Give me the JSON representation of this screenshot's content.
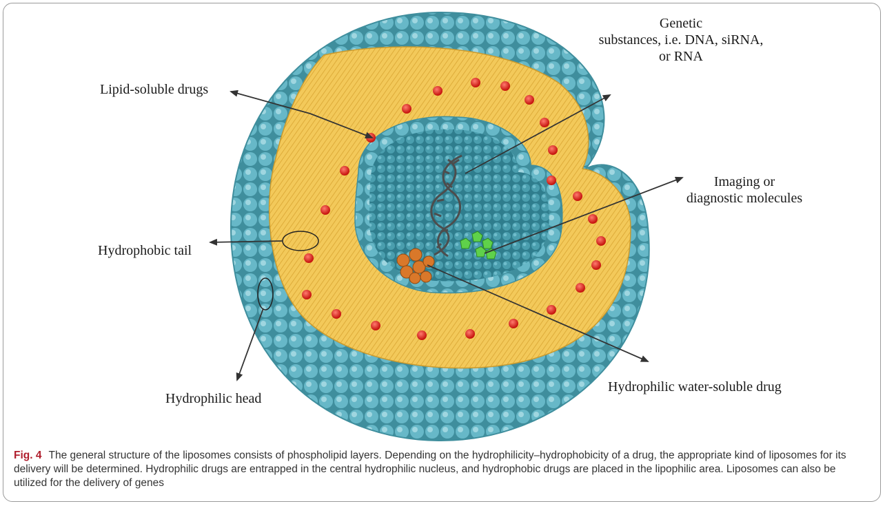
{
  "figure": {
    "labels": {
      "lipid_soluble": "Lipid-soluble drugs",
      "genetic_line1": "Genetic",
      "genetic_line2": "substances, i.e. DNA, siRNA,",
      "genetic_line3": "or RNA",
      "imaging_line1": "Imaging or",
      "imaging_line2": "diagnostic molecules",
      "hydrophobic_tail": "Hydrophobic tail",
      "hydrophilic_head": "Hydrophilic head",
      "hydrophilic_drug": "Hydrophilic water-soluble drug"
    },
    "caption_label": "Fig. 4",
    "caption_text": "The general structure of the liposomes consists of phospholipid layers. Depending on the hydrophilicity–hydrophobicity of a drug, the appropriate kind of liposomes for its delivery will be determined. Hydrophilic drugs are entrapped in the central hydrophilic nucleus, and hydrophobic drugs are placed in the lipophilic area. Liposomes can also be utilized for the delivery of genes",
    "colors": {
      "head": "#5fb3c4",
      "tail": "#f0c04a",
      "drug": "#e8261d",
      "imaging": "#5fd14a",
      "hydrophilic_drug": "#d9782a",
      "dna": "#555555"
    }
  }
}
